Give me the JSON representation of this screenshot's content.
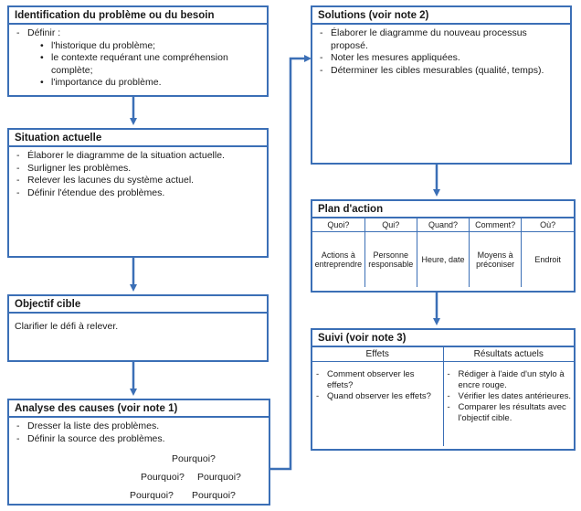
{
  "identification": {
    "title": "Identification du problème ou du besoin",
    "define_label": "Définir :",
    "items": [
      "l'historique du problème;",
      "le contexte requérant une compréhension complète;",
      "l'importance du problème."
    ]
  },
  "situation": {
    "title": "Situation actuelle",
    "items": [
      "Élaborer le diagramme de la situation actuelle.",
      "Surligner les problèmes.",
      "Relever les lacunes du système actuel.",
      "Définir l'étendue des problèmes."
    ]
  },
  "objectif": {
    "title": "Objectif cible",
    "text": "Clarifier le défi à relever."
  },
  "analyse": {
    "title": "Analyse des causes (voir note 1)",
    "items": [
      "Dresser la liste des problèmes.",
      "Définir la source des problèmes."
    ],
    "why": "Pourquoi?"
  },
  "solutions": {
    "title": "Solutions (voir note 2)",
    "items": [
      "Élaborer le diagramme du nouveau processus proposé.",
      "Noter les mesures appliquées.",
      "Déterminer les cibles mesurables (qualité, temps)."
    ]
  },
  "plan": {
    "title": "Plan d'action",
    "headers": [
      "Quoi?",
      "Qui?",
      "Quand?",
      "Comment?",
      "Où?"
    ],
    "cells": [
      "Actions à entreprendre",
      "Personne responsable",
      "Heure, date",
      "Moyens à préconiser",
      "Endroit"
    ]
  },
  "suivi": {
    "title": "Suivi (voir note 3)",
    "headers": [
      "Effets",
      "Résultats actuels"
    ],
    "effets": [
      "Comment observer les effets?",
      "Quand observer les effets?"
    ],
    "resultats": [
      "Rédiger à l'aide d'un stylo à encre rouge.",
      "Vérifier les dates antérieures.",
      "Comparer les résultats avec l'objectif cible."
    ]
  },
  "colors": {
    "accent": "#3b6fb6"
  }
}
